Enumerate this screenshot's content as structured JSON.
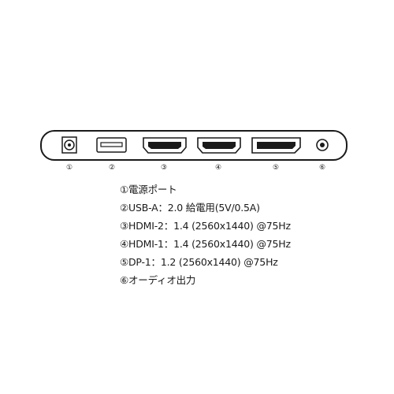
{
  "ports": [
    {
      "marker": "①",
      "icon": "dc-power-jack-icon"
    },
    {
      "marker": "②",
      "icon": "usb-a-port-icon"
    },
    {
      "marker": "③",
      "icon": "hdmi-port-icon"
    },
    {
      "marker": "④",
      "icon": "hdmi-port-icon"
    },
    {
      "marker": "⑤",
      "icon": "displayport-port-icon"
    },
    {
      "marker": "⑥",
      "icon": "audio-jack-icon"
    }
  ],
  "legend": [
    {
      "text": "①電源ポート"
    },
    {
      "text": "②USB-A：2.0 給電用(5V/0.5A)"
    },
    {
      "text": "③HDMI-2：1.4 (2560x1440) @75Hz"
    },
    {
      "text": "④HDMI-1：1.4 (2560x1440) @75Hz"
    },
    {
      "text": "⑤DP-1：1.2 (2560x1440) @75Hz"
    },
    {
      "text": "⑥オーディオ出力"
    }
  ],
  "colors": {
    "outline": "#1a1a1a",
    "background": "#ffffff"
  }
}
